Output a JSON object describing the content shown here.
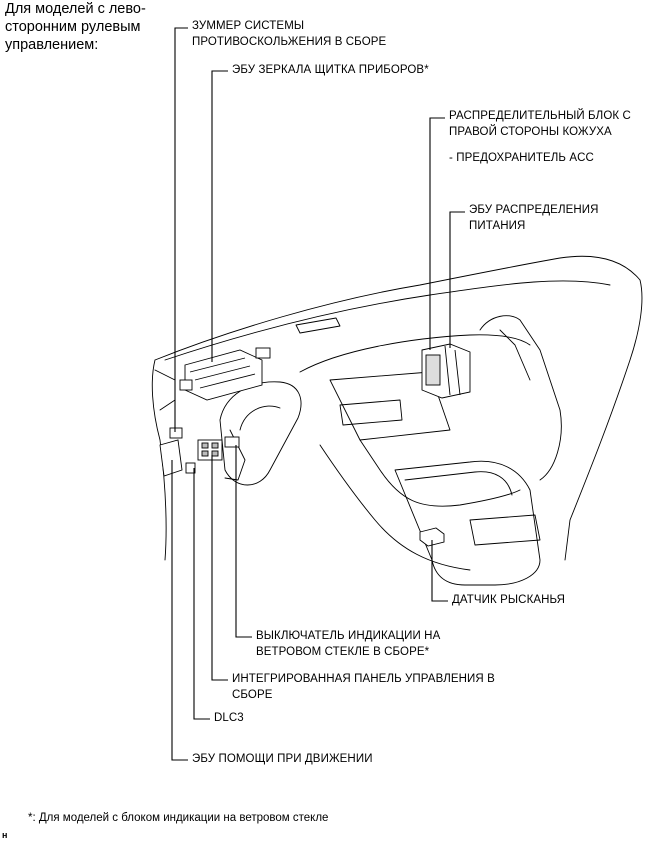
{
  "note": [
    "Для моделей с лево-",
    "сторонним рулевым",
    "управлением:"
  ],
  "labels": {
    "buzzer": [
      "ЗУММЕР СИСТЕМЫ",
      "ПРОТИВОСКОЛЬЖЕНИЯ В СБОРЕ"
    ],
    "mirror_ecu": "ЭБУ ЗЕРКАЛА ЩИТКА ПРИБОРОВ*",
    "junction_block": [
      "РАСПРЕДЕЛИТЕЛЬНЫЙ БЛОК С",
      "ПРАВОЙ СТОРОНЫ КОЖУХА"
    ],
    "acc_fuse": "- ПРЕДОХРАНИТЕЛЬ ACC",
    "power_ecu": [
      "ЭБУ РАСПРЕДЕЛЕНИЯ",
      "ПИТАНИЯ"
    ],
    "yaw_sensor": "ДАТЧИК РЫСКАНЬЯ",
    "hud_switch": [
      "ВЫКЛЮЧАТЕЛЬ ИНДИКАЦИИ НА",
      "ВЕТРОВОМ СТЕКЛЕ В СБОРЕ*"
    ],
    "control_panel": [
      "ИНТЕГРИРОВАННАЯ ПАНЕЛЬ УПРАВЛЕНИЯ В",
      "СБОРЕ"
    ],
    "dlc3": "DLC3",
    "driving_ecu": "ЭБУ ПОМОЩИ ПРИ ДВИЖЕНИИ"
  },
  "footnote": "*: Для моделей с блоком индикации на ветровом стекле",
  "code": "н"
}
